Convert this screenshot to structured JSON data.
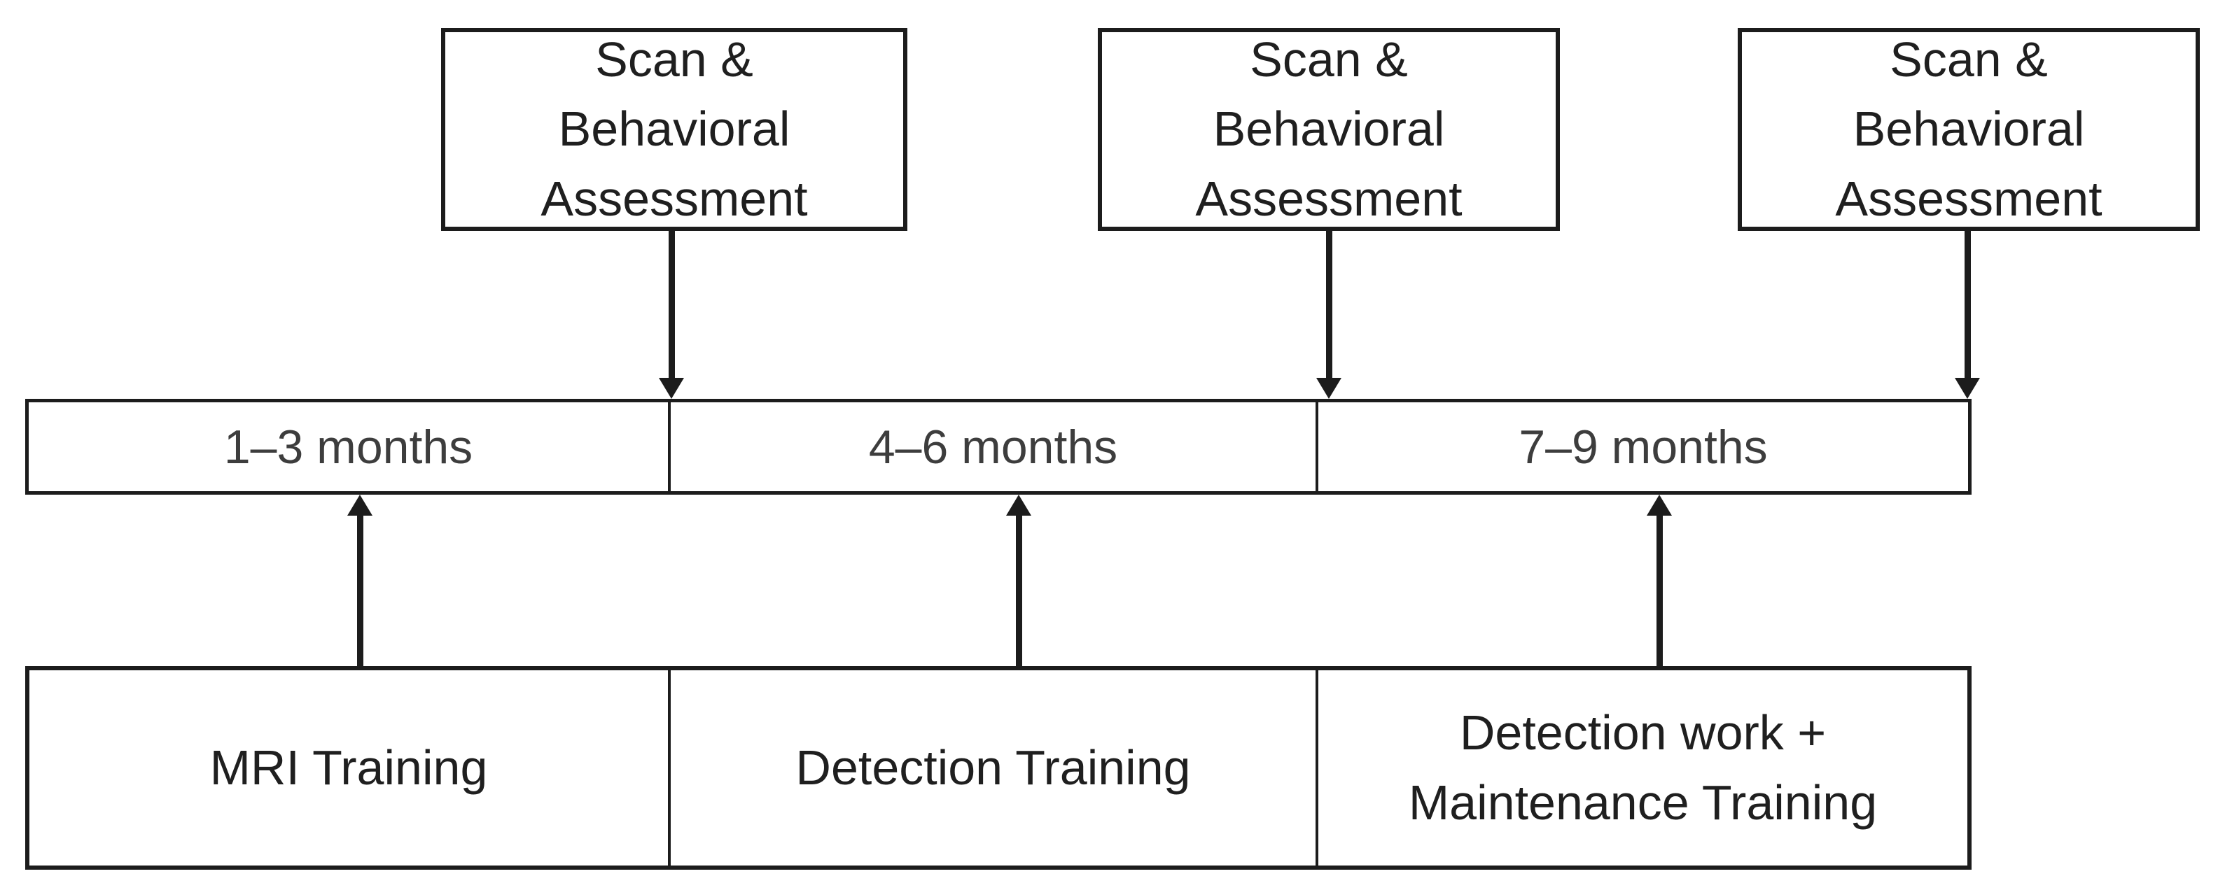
{
  "assessment_boxes": [
    {
      "label": "Scan & Behavioral Assessment"
    },
    {
      "label": "Scan & Behavioral Assessment"
    },
    {
      "label": "Scan & Behavioral Assessment"
    }
  ],
  "timeline_periods": [
    {
      "label": "1–3 months"
    },
    {
      "label": "4–6 months"
    },
    {
      "label": "7–9 months"
    }
  ],
  "training_boxes": [
    {
      "label": "MRI Training"
    },
    {
      "label": "Detection Training"
    },
    {
      "label": "Detection work + Maintenance Training"
    }
  ],
  "colors": {
    "line": "#1c1c1c",
    "box_text": "#1f1f1f",
    "period_text": "#3d3d3d",
    "background": "#ffffff"
  }
}
